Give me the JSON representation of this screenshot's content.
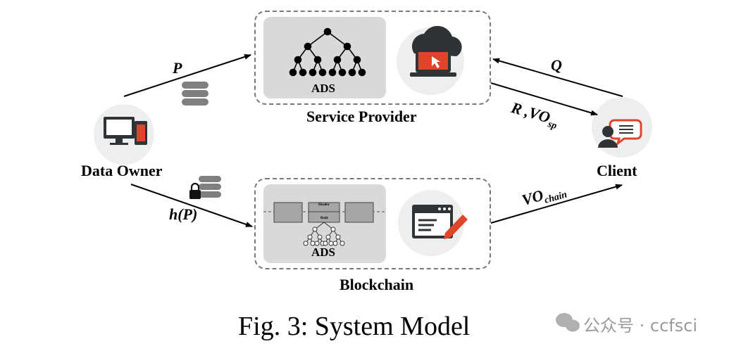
{
  "service_provider": {
    "title": "Service Provider",
    "ads_label": "ADS"
  },
  "blockchain": {
    "title": "Blockchain",
    "ads_label": "ADS",
    "block_header": "Header",
    "block_body": "Body"
  },
  "nodes": {
    "data_owner": "Data Owner",
    "client": "Client"
  },
  "edges": {
    "p": "P",
    "hp": "h(P)",
    "q": "Q",
    "r_vo": "R ,VO",
    "r_vo_sub": "sp",
    "vo_chain": "VO",
    "vo_chain_sub": "chain"
  },
  "caption": "Fig. 3: System Model",
  "watermark": "公众号 · ccfsci",
  "colors": {
    "accent": "#e0442b",
    "icon_dark": "#2f3336",
    "dash": "#7a7a7a",
    "panel": "#d9d9d9"
  }
}
